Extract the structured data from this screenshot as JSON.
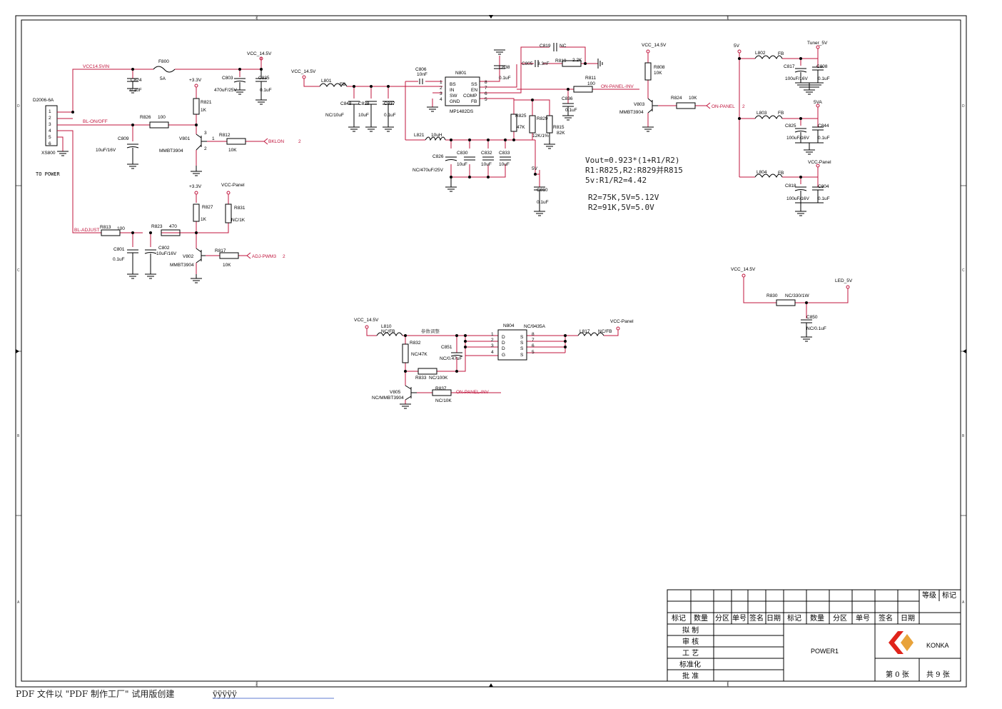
{
  "labels": {
    "conn": "D2006-6A",
    "conn_ref": "XS800",
    "to_power": "TO POWER",
    "pins": [
      "1",
      "2",
      "3",
      "4",
      "5",
      "6"
    ],
    "vcc145vin": "VCC14.5VIN",
    "bl_onoff": "BL-ON/OFF",
    "bl_adjust": "BL-ADJUST",
    "f800": "F800",
    "f800_val": "5A",
    "c824": "C824",
    "c824_val": "0.1uF",
    "vcc145": "VCC_14.5V",
    "vccpanel": "VCC-Panel",
    "p33": "+3.3V",
    "c803": "C803",
    "c803_val": "470uF/25V",
    "c835": "C835",
    "c835_val": "0.1uF",
    "r821": "R821",
    "r821_val": "1K",
    "r826": "R826",
    "r826_val": "100",
    "c809": "C809",
    "c809_val": "10uF/16V",
    "v801": "V801",
    "v801_val": "MMBT3904",
    "r812": "R812",
    "r812_val": "10K",
    "bklon": "BKLON",
    "r827": "R827",
    "r827_val": "1K",
    "r831": "R831",
    "r831_val": "NC/1K",
    "r813": "R813",
    "r813_val": "100",
    "r823": "R823",
    "r823_val": "470",
    "c801": "C801",
    "c801_val": "0.1uF",
    "c802": "C802",
    "c802_val": "10uF/16V",
    "v802": "V802",
    "v802_val": "MMBT3904",
    "r817": "R817",
    "r817_val": "10K",
    "adjpwm": "ADJ-PWM3",
    "l801": "L801",
    "l801_val": "FB",
    "c848": "C848",
    "c848_val": "NC/10uF",
    "c828": "C828",
    "c828_val": "10uF",
    "c837": "C837",
    "c837_val": "0.1uF",
    "c806": "C806",
    "c806_val": "10nF",
    "n801": "N801",
    "mp1482": "MP1482DS",
    "ic_left": [
      "BS",
      "IN",
      "SW",
      "GND"
    ],
    "ic_right": [
      "SS",
      "EN",
      "COMP",
      "FB"
    ],
    "ic_lpins": [
      "1",
      "2",
      "3",
      "4"
    ],
    "ic_rpins": [
      "8",
      "7",
      "6",
      "5"
    ],
    "c838": "C838",
    "c838_val": "0.1uF",
    "c819": "C819",
    "c819_val": "NC",
    "c805": "C805",
    "c805_val": "3.3nF",
    "r819": "R819",
    "r819_val": "2.2K",
    "r811": "R811",
    "r811_val": "100",
    "on_panel_inv": "ON-PANEL-INV",
    "c836": "C836",
    "c836_val": "0.1uF",
    "r825": "R825",
    "r825_val": "47K",
    "r829": "R829",
    "r829_val": "12K/1%",
    "r815": "R815",
    "r815_val": "82K",
    "l821": "L821",
    "l821_val": "10uH",
    "c826": "C826",
    "c826_val": "NC/470uF/25V",
    "c830": "C830",
    "c830_val": "10uF",
    "c832": "C832",
    "c832_val": "10uF",
    "c833": "C833",
    "c833_val": "10uF",
    "v5": "5V",
    "c810": "C810",
    "c810_val": "0.1uF",
    "r808": "R808",
    "r808_val": "10K",
    "v803": "V803",
    "v803_val": "MMBT3904",
    "r824": "R824",
    "r824_val": "10K",
    "on_panel": "ON-PANEL",
    "tuner5v": "Tuner_5V",
    "l802": "L802",
    "l802_val": "FB",
    "c817": "C817",
    "c817_val": "100uF/16V",
    "c808": "C808",
    "c808_val": "0.1uF",
    "v5a": "5VA",
    "l803": "L803",
    "l803_val": "FB",
    "c825": "C825",
    "c825_val": "100uF/16V",
    "c844": "C844",
    "c844_val": "0.1uF",
    "l804": "L804",
    "l804_val": "FB",
    "c818": "C818",
    "c818_val": "100uF/16V",
    "c804": "C804",
    "c804_val": "0.1uF",
    "led5v": "LED_5V",
    "r830": "R830",
    "r830_val": "NC/330/1W",
    "c850": "C850",
    "c850_val": "NC/0.1uF",
    "l810": "L810",
    "l810_val": "NC/FB",
    "param": "参数调整",
    "n804": "N804",
    "n804_val": "NC/9435A",
    "mos_l": [
      "D",
      "D",
      "D",
      "G"
    ],
    "mos_r": [
      "S",
      "S",
      "S",
      "S"
    ],
    "mos_lp": [
      "1",
      "2",
      "3",
      "4"
    ],
    "mos_rp": [
      "8",
      "7",
      "6",
      "5"
    ],
    "l817": "L817",
    "l817_val": "NC/FB",
    "r832": "R832",
    "r832_val": "NC/47K",
    "c851": "C851",
    "c851_val": "NC/0.47uF",
    "r833": "R833",
    "r833_val": "NC/100K",
    "v805": "V805",
    "v805_val": "NC/MMBT3904",
    "r837": "R837",
    "r837_val": "NC/10K",
    "one": "1",
    "two": "2",
    "three": "3"
  },
  "notes": [
    "Vout=0.923*(1+R1/R2)",
    "R1:R825,R2:R829并R815",
    "5v:R1/R2=4.42",
    "R2=75K,5V=5.12V",
    "R2=91K,5V=5.0V"
  ],
  "ruler": {
    "top": [
      "2",
      "1"
    ],
    "side": [
      "D",
      "C",
      "B",
      "A"
    ]
  },
  "titleblock": {
    "grade": "等级",
    "mark": "标记",
    "header": [
      "标记",
      "数量",
      "分区",
      "单号",
      "签名",
      "日期",
      "标记",
      "数量",
      "分区",
      "单号",
      "签名",
      "日期"
    ],
    "roles": [
      "拟  制",
      "审  核",
      "工  艺",
      "标准化",
      "批  准"
    ],
    "drawing": "POWER1",
    "company": "KONKA",
    "sheet": "第 0 张",
    "total": "共 9 张"
  },
  "footer": {
    "text": "PDF 文件以 \"PDF 制作工厂\" 试用版创建",
    "link": "ÿÿÿÿÿ"
  }
}
